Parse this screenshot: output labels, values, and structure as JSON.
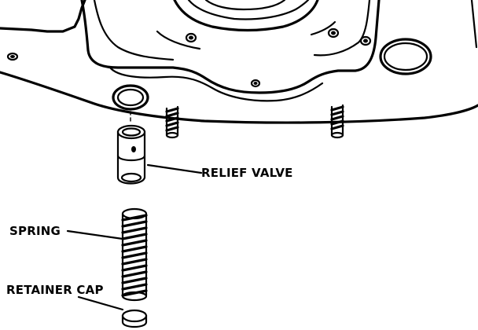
{
  "labels": {
    "relief_valve": "RELIEF VALVE",
    "spring": "SPRING",
    "retainer_cap": "RETAINER CAP"
  }
}
